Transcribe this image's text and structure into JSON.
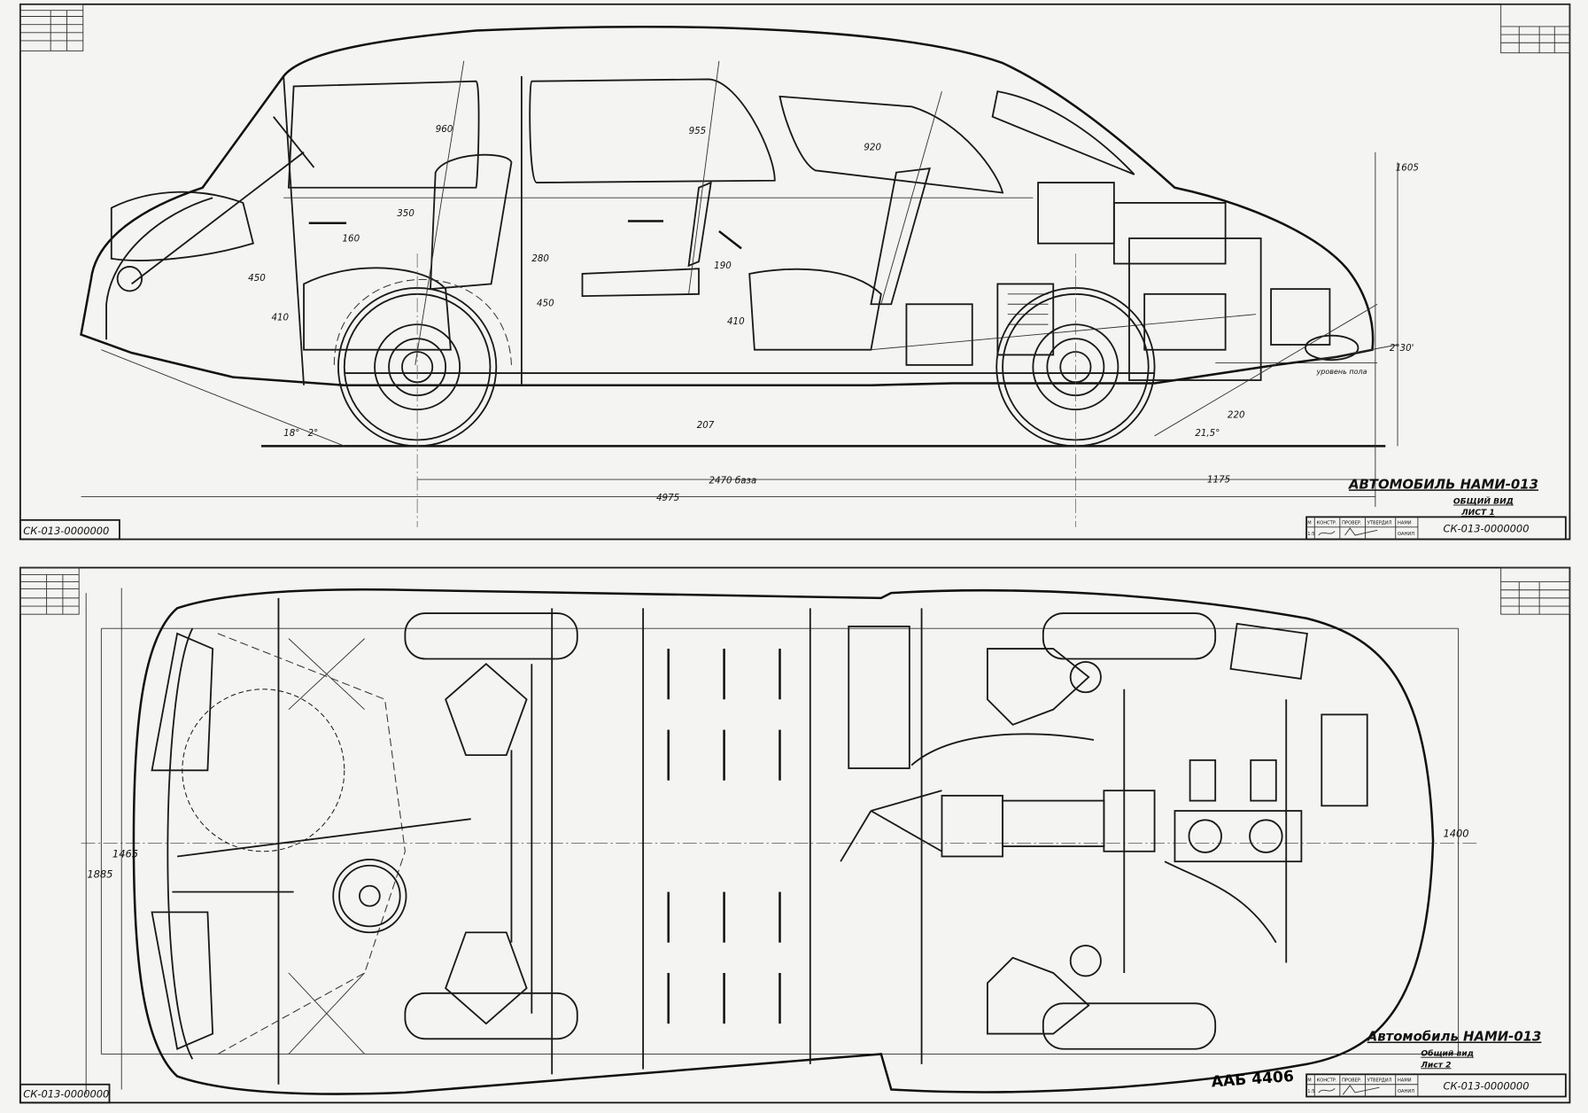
{
  "sheet1": {
    "title": "АВТОМОБИЛЬ НАМИ-013",
    "subtitle": "ОБЩИЙ ВИД",
    "sheet": "ЛИСТ 1",
    "code": "СК-013-0000000",
    "corner_code": "СК-013-0000000",
    "titleblock": {
      "scale_label": "М",
      "scale": "1:5",
      "col2": "КОНСТР.",
      "col3": "ПРОВЕР.",
      "col4": "УТВЕРДИЛ",
      "org1": "НАМИ",
      "org2": "ОАНИЛ"
    },
    "dimensions": {
      "d960": "960",
      "d955": "955",
      "d920": "920",
      "d1605": "1605",
      "d350": "350",
      "d160": "160",
      "d450a": "450",
      "d410a": "410",
      "d280": "280",
      "d190": "190",
      "d450b": "450",
      "d410b": "410",
      "d207": "207",
      "d220": "220",
      "a215": "21,5°",
      "a18": "18°",
      "a2": "2°",
      "a230": "2°30'",
      "floor_level": "уровень пола",
      "wheelbase": "2470 база",
      "d1175": "1175",
      "d4975": "4975"
    }
  },
  "sheet2": {
    "title": "Автомобиль НАМИ-013",
    "subtitle": "Общий вид",
    "sheet": "Лист 2",
    "code": "СК-013-0000000",
    "corner_code": "СК-013-0000000",
    "titleblock": {
      "scale_label": "М",
      "scale": "1:5",
      "col2": "КОНСТР.",
      "col3": "ПРОВЕР.",
      "col4": "УТВЕРДИЛ",
      "org1": "НАМИ",
      "org2": "ОАНИЛ"
    },
    "dimensions": {
      "d1465": "1465",
      "d1885": "1885",
      "d1400": "1400"
    }
  },
  "archive_stamp": "ААБ 4406"
}
